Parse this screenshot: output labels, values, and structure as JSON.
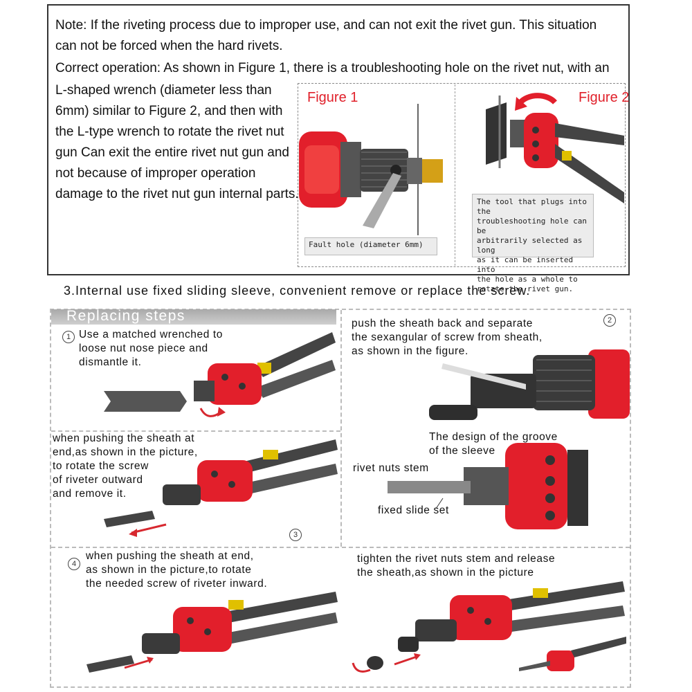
{
  "note": {
    "lines": [
      "Note: If the riveting process due to improper use, and can not exit the rivet gun. This situation",
      "can not be forced when the hard rivets.",
      "Correct operation: As shown in Figure 1, there is a troubleshooting hole on the rivet nut, with an"
    ],
    "side_lines": [
      "L-shaped wrench (diameter less than",
      "6mm) similar to Figure 2, and then with",
      "the L-type wrench to rotate the rivet nut",
      "gun Can exit the entire rivet nut gun and",
      "not because of improper operation",
      "damage to the rivet nut gun internal parts."
    ]
  },
  "figures": {
    "figure1_title": "Figure 1",
    "figure2_title": "Figure 2",
    "fault_hole_label": "Fault hole (diameter 6mm)",
    "figure2_callout": [
      "The tool that plugs into the",
      "troubleshooting hole can be",
      "arbitrarily selected as long",
      "as it can be inserted into",
      "the hole as a whole to",
      "rotate the rivet gun."
    ]
  },
  "section_heading": "3.Internal use fixed sliding sleeve, convenient remove or replace the screw.",
  "steps": {
    "header": "Replacing steps",
    "step1": {
      "num": "1",
      "lines": [
        "Use a matched wrenched to",
        "loose nut nose piece and",
        "dismantle it."
      ]
    },
    "step2": {
      "num": "2",
      "lines": [
        "push the sheath back and separate",
        "the sexangular of screw from sheath,",
        "as shown in the figure."
      ]
    },
    "step3": {
      "num": "3",
      "lines": [
        "when pushing the sheath at",
        "end,as shown in the picture,",
        "to rotate the screw",
        "of riveter outward",
        "and remove it."
      ]
    },
    "groove_label": [
      "The design of the groove",
      "of the sleeve"
    ],
    "stem_label": "rivet nuts stem",
    "slide_label": "fixed slide set",
    "step4": {
      "num": "4",
      "lines": [
        "when pushing the sheath at end,",
        "as shown in the picture,to rotate",
        "the needed screw of riveter inward."
      ]
    },
    "step5": {
      "lines": [
        "tighten the rivet nuts stem and release",
        "the sheath,as shown in the picture"
      ]
    }
  },
  "colors": {
    "tool_red": "#e21f2b",
    "arrow_red": "#d7282f",
    "figure_title_red": "#e0202a",
    "metal_dark": "#3a3a3a",
    "brass": "#d4a017"
  }
}
